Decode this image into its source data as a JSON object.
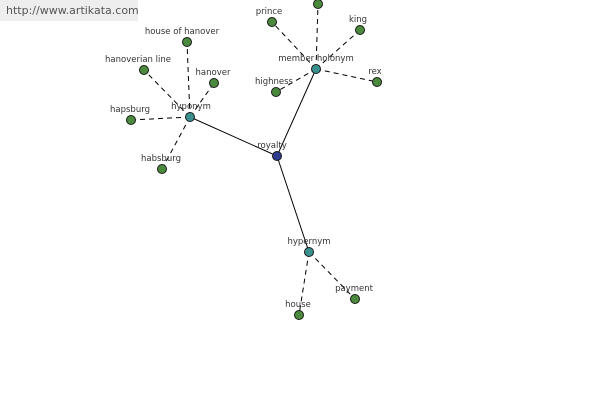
{
  "watermark": {
    "text": "http://www.artikata.com"
  },
  "colors": {
    "root": "#2e3d8f",
    "relation": "#3a8f8f",
    "leaf": "#4a8a3d",
    "edge": "#000000"
  },
  "graph": {
    "root": {
      "id": "royalty",
      "label": "royalty"
    },
    "relations": [
      {
        "id": "hyponym",
        "label": "hyponym",
        "children": [
          "house of hanover",
          "hanoverian line",
          "hanover",
          "hapsburg",
          "habsburg"
        ]
      },
      {
        "id": "member-holonym",
        "label": "member holonym",
        "children": [
          "",
          "prince",
          "king",
          "rex",
          "highness"
        ]
      },
      {
        "id": "hypernym",
        "label": "hypernym",
        "children": [
          "house",
          "payment"
        ]
      }
    ]
  }
}
